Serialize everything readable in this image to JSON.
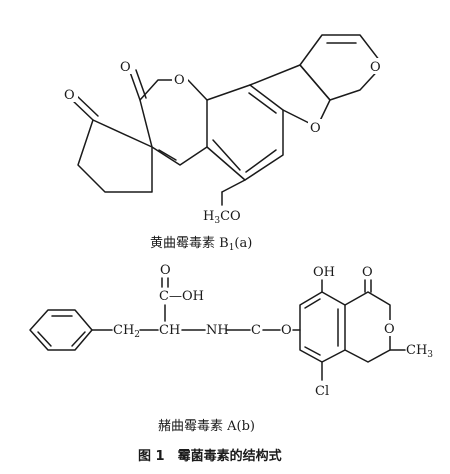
{
  "figure": {
    "title": "图 1　霉菌毒素的结构式"
  },
  "aflatoxin": {
    "caption": "黄曲霉毒素 B",
    "caption_sub": "1",
    "caption_tag": "(a)",
    "atoms": {
      "ketone_o": "O",
      "lactone_carbonyl_o": "O",
      "lactone_ring_o": "O",
      "furan_o_inner": "O",
      "furan_o_outer": "O",
      "methoxy": "H",
      "methoxy_sub": "3",
      "methoxy_tail": "CO"
    }
  },
  "ochratoxin": {
    "caption": "赭曲霉毒素 A",
    "caption_tag": "(b)",
    "atoms": {
      "acid_o": "O",
      "acid_oh": "C—OH",
      "ch2": "CH",
      "ch2_sub": "2",
      "ch": "CH",
      "nh": "NH",
      "amide_c": "C",
      "amide_o": "O",
      "oh": "OH",
      "lactone_o": "O",
      "ring_o": "O",
      "ch3": "CH",
      "ch3_sub": "3",
      "cl": "Cl"
    }
  }
}
